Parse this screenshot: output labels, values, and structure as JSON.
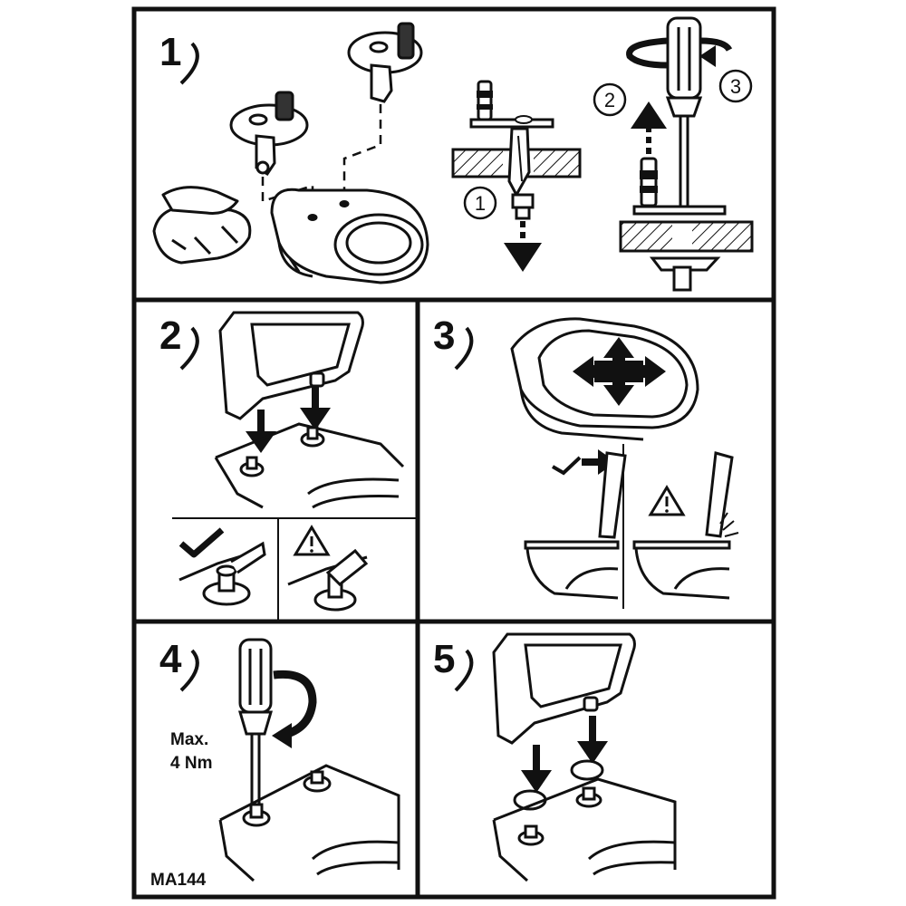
{
  "colors": {
    "ink": "#111111",
    "paper": "#ffffff",
    "accent": "#1a1a1a"
  },
  "steps": {
    "s1": {
      "number": "1"
    },
    "s2": {
      "number": "2"
    },
    "s3": {
      "number": "3"
    },
    "s4": {
      "number": "4",
      "torque_line1": "Max.",
      "torque_line2": "4 Nm"
    },
    "s5": {
      "number": "5"
    }
  },
  "callouts": {
    "c1": "1",
    "c2": "2",
    "c3": "3"
  },
  "icons": [
    "cloth-wipe",
    "hinge-post",
    "bolt",
    "down-arrow",
    "up-arrow",
    "rotate-arrow",
    "screwdriver",
    "move-cross",
    "checkmark",
    "warning-triangle"
  ],
  "footer": {
    "code": "MA144"
  }
}
